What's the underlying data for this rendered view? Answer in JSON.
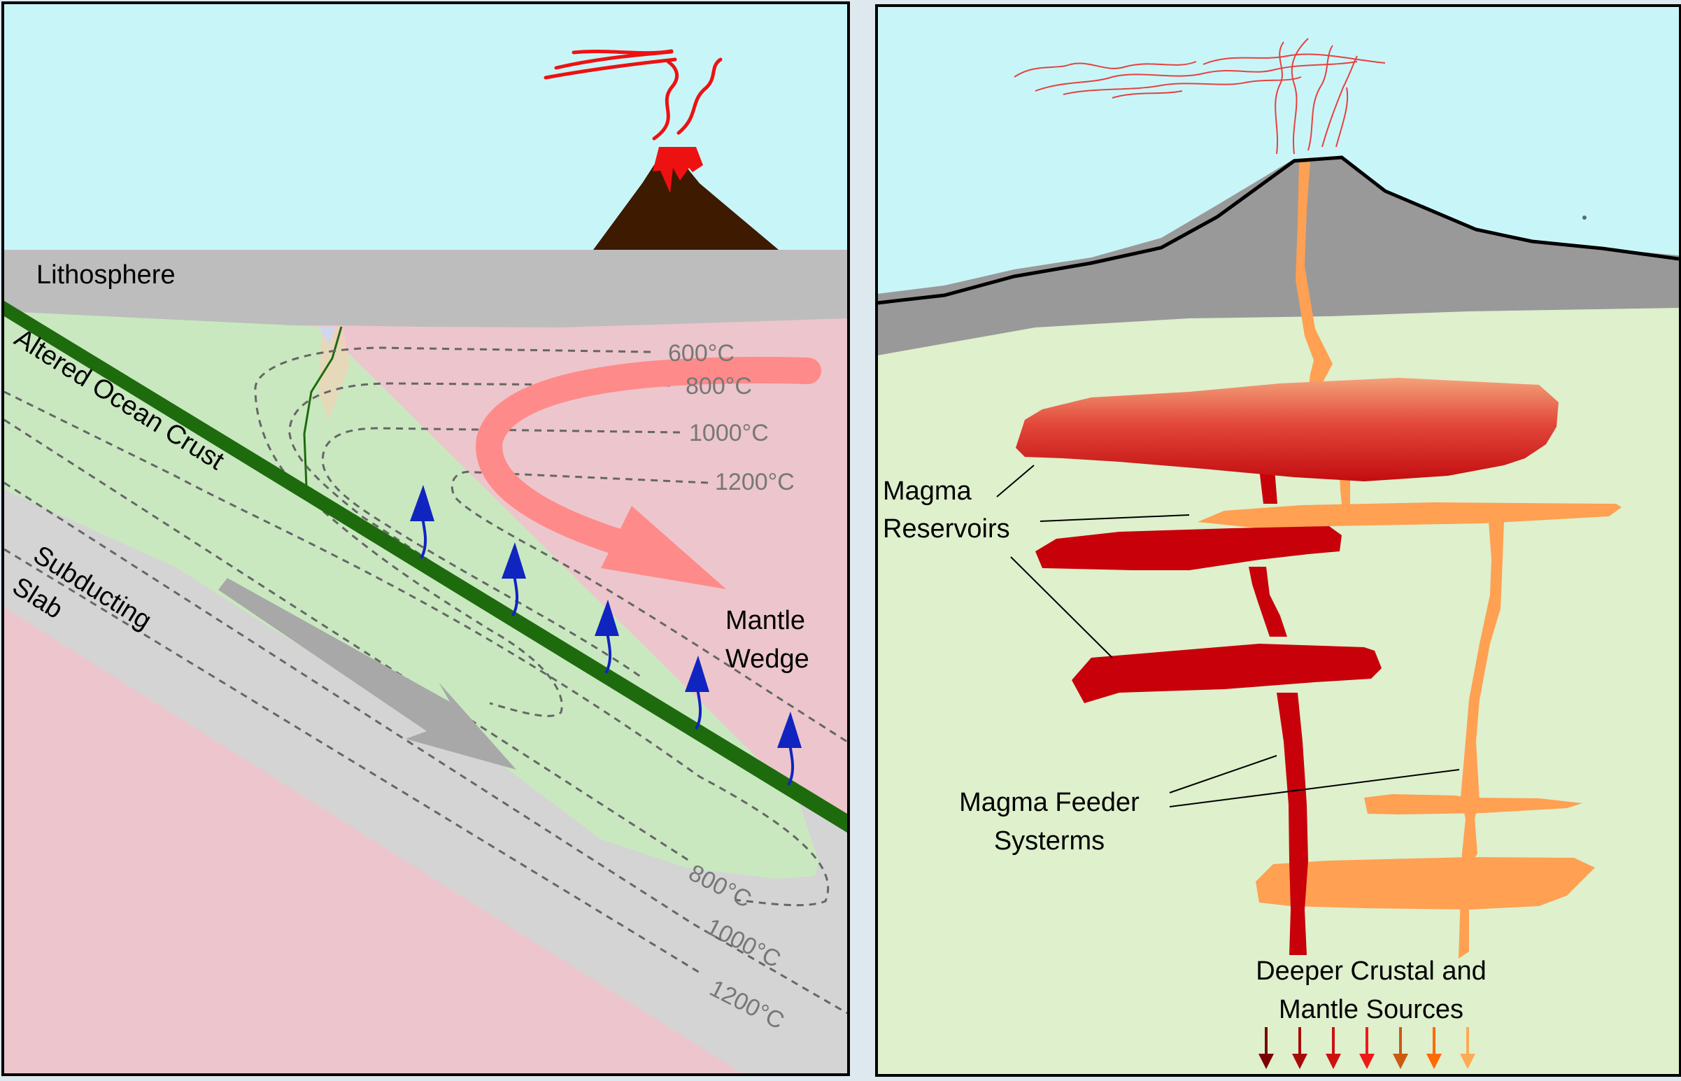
{
  "left_panel": {
    "labels": {
      "lithosphere": "Lithosphere",
      "altered_crust": "Altered Ocean Crust",
      "subducting_slab_line1": "Subducting",
      "subducting_slab_line2": "Slab",
      "mantle_wedge_line1": "Mantle",
      "mantle_wedge_line2": "Wedge"
    },
    "isotherms_wedge": [
      "600°C",
      "800°C",
      "1000°C",
      "1200°C"
    ],
    "isotherms_slab": [
      "800°C",
      "1000°C",
      "1200°C"
    ],
    "colors": {
      "sky": "#c8f6f8",
      "lithosphere": "#bdbdbd",
      "mantle": "#ecc6cc",
      "crust": "#1e6b0e",
      "slab": "#d4d4d4",
      "dehydration_zone": "#c9e8c0",
      "fluid_arrows": "#1024c0",
      "flow_arrow": "#ff8a8a",
      "volcano": "#3d1a00",
      "lava": "#ee1111"
    }
  },
  "right_panel": {
    "labels": {
      "magma_reservoirs_line1": "Magma",
      "magma_reservoirs_line2": "Reservoirs",
      "feeder_line1": "Magma Feeder",
      "feeder_line2": "Systerms",
      "sources_line1": "Deeper Crustal and",
      "sources_line2": "Mantle Sources"
    },
    "colors": {
      "sky": "#c8f6f8",
      "crust": "#def0cc",
      "volcano": "#999999",
      "mafic_magma": "#c8000a",
      "felsic_magma": "#ffa052"
    },
    "source_arrow_colors": [
      "#7a0000",
      "#a80a0a",
      "#cc1111",
      "#ee1a1a",
      "#cc5a10",
      "#ff6a00",
      "#ffaa55"
    ]
  }
}
